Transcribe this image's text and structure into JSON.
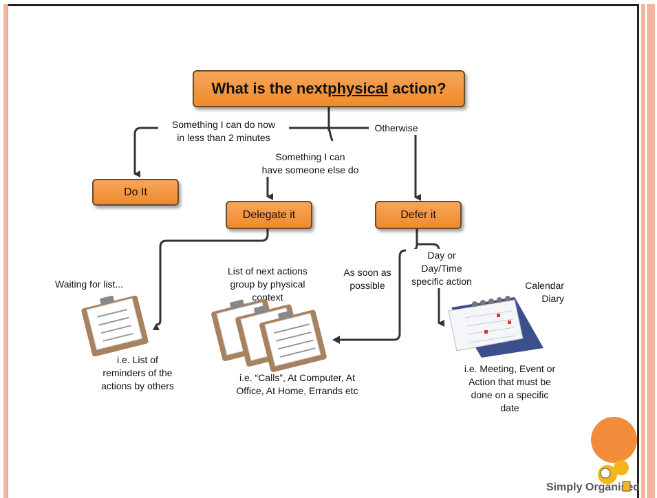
{
  "question": {
    "pre": "What is the next ",
    "emph": "physical",
    "post": " action?"
  },
  "boxes": {
    "do_it": "Do It",
    "delegate_it": "Delegate it",
    "defer_it": "Defer it"
  },
  "branch_labels": {
    "two_minutes": "Something I can do now\nin less than 2 minutes",
    "someone_else": "Something I can\nhave someone else do",
    "otherwise": "Otherwise",
    "asap": "As soon as\npossible",
    "specific": "Day or\nDay/Time\nspecific action"
  },
  "list_titles": {
    "waiting": "Waiting for list...",
    "next_actions": "List of next actions\ngroup by physical\ncontext",
    "calendar": "Calendar\nDiary"
  },
  "descriptions": {
    "waiting": "i.e. List of\nreminders of the\nactions by others",
    "next_actions": "i.e. “Calls”, At Computer, At\nOffice, At Home, Errands etc",
    "calendar": "i.e. Meeting, Event or\nAction that must be\ndone on a specific\ndate"
  },
  "brand": "Simply Organised",
  "colors": {
    "box_fill": "#f39a45",
    "frame": "#f4b6a0",
    "accent": "#f28c3a"
  }
}
